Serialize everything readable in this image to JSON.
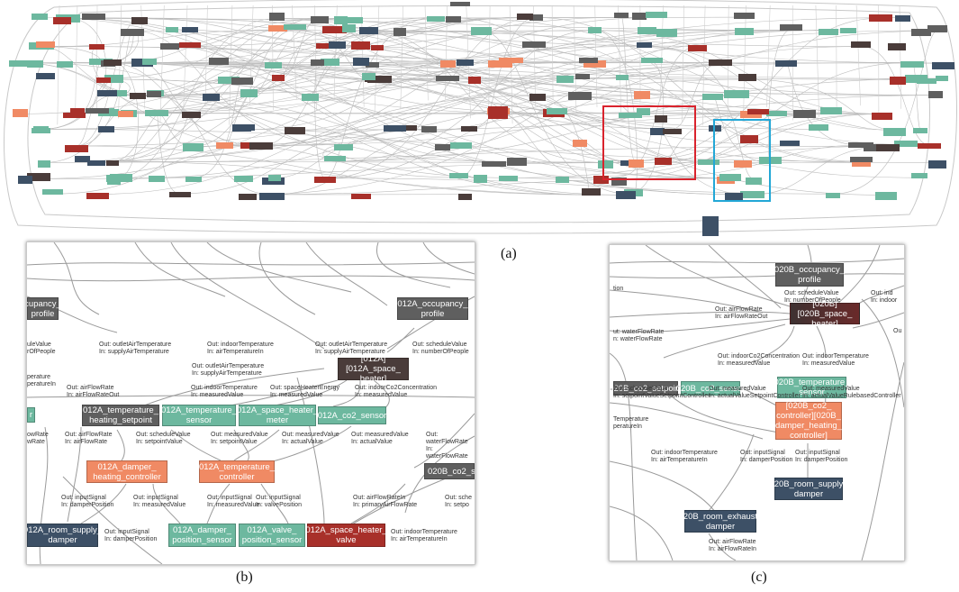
{
  "captions": {
    "a": "(a)",
    "b": "(b)",
    "c": "(c)"
  },
  "colors": {
    "gray": "#5f5f5f",
    "dark": "#4a3c3a",
    "maroon": "#6e2d2a",
    "red": "#a8302a",
    "orange": "#f08a64",
    "teal": "#6db89f",
    "navy": "#3d5066",
    "highlight_red": "#d9232d",
    "highlight_cyan": "#22a7d6"
  },
  "panel_b": {
    "nodes": [
      {
        "id": "b_occ_left",
        "label": "cupancy_\nprofile",
        "color": "gray"
      },
      {
        "id": "b_occ_right",
        "label": "012A_occupancy_\nprofile",
        "color": "gray"
      },
      {
        "id": "b_heater",
        "label": "[012A][012A_space_\nheater]",
        "color": "dark"
      },
      {
        "id": "b_setpoint",
        "label": "012A_temperature_\nheating_setpoint",
        "color": "gray"
      },
      {
        "id": "b_temp_sensor",
        "label": "012A_temperature_\nsensor",
        "color": "teal"
      },
      {
        "id": "b_meter",
        "label": "012A_space_heater_\nmeter",
        "color": "teal"
      },
      {
        "id": "b_co2",
        "label": "012A_co2_sensor",
        "color": "teal"
      },
      {
        "id": "b_clip_teal",
        "label": "r",
        "color": "teal"
      },
      {
        "id": "b_damper_ctrl",
        "label": "012A_damper_\nheating_controller",
        "color": "orange"
      },
      {
        "id": "b_temp_ctrl",
        "label": "012A_temperature_\ncontroller",
        "color": "orange"
      },
      {
        "id": "b_co2_clip",
        "label": "020B_co2_s",
        "color": "gray"
      },
      {
        "id": "b_supply",
        "label": "012A_room_supply_\ndamper",
        "color": "navy"
      },
      {
        "id": "b_damper_pos",
        "label": "012A_damper_\nposition_sensor",
        "color": "teal"
      },
      {
        "id": "b_valve_pos",
        "label": "012A_valve_\nposition_sensor",
        "color": "teal"
      },
      {
        "id": "b_valve",
        "label": "012A_space_heater_\nvalve",
        "color": "red"
      }
    ],
    "edge_labels": [
      {
        "id": "b_e1",
        "text": "Out: outletAirTemperature\nIn: supplyAirTemperature"
      },
      {
        "id": "b_e2",
        "text": "Out: indoorTemperature\nIn: airTemperatureIn"
      },
      {
        "id": "b_e3",
        "text": "Out: outletAirTemperature\nIn: supplyAirTemperature"
      },
      {
        "id": "b_e4",
        "text": "Out: outletAirTemperature\nIn: supplyAirTemperature"
      },
      {
        "id": "b_e5",
        "text": "Out: scheduleValue\nIn: numberOfPeople"
      },
      {
        "id": "b_e6",
        "text": "Out: airFlowRate\nIn: airFlowRateOut"
      },
      {
        "id": "b_e7",
        "text": "Out: indoorTemperature\nIn: measuredValue"
      },
      {
        "id": "b_e8",
        "text": "Out: spaceHeaterEnergy\nIn: measuredValue"
      },
      {
        "id": "b_e9",
        "text": "Out: indoorCo2Concentration\nIn: measuredValue"
      },
      {
        "id": "b_e10",
        "text": "Out: airFlowRate\nIn: airFlowRate"
      },
      {
        "id": "b_e11",
        "text": "Out: scheduleValue\nIn: setpointValue"
      },
      {
        "id": "b_e12",
        "text": "Out: measuredValue\nIn: setpointValue"
      },
      {
        "id": "b_e13",
        "text": "Out: measuredValue\nIn: actualValue"
      },
      {
        "id": "b_e14",
        "text": "Out: measuredValue\nIn: actualValue"
      },
      {
        "id": "b_e15",
        "text": "Out: waterFlowRate\nIn: waterFlowRate"
      },
      {
        "id": "b_e16",
        "text": "Out: inputSignal\nIn: damperPosition"
      },
      {
        "id": "b_e17",
        "text": "Out: inputSignal\nIn: measuredValue"
      },
      {
        "id": "b_e18",
        "text": "Out: inputSignal\nIn: measuredValue"
      },
      {
        "id": "b_e19",
        "text": "Out: inputSignal\nIn: valvePosition"
      },
      {
        "id": "b_e20",
        "text": "Out: airFlowRateIn\nIn: primaryAirFlowRate"
      },
      {
        "id": "b_e21",
        "text": "Out: sche\nIn: setpo"
      },
      {
        "id": "b_e22",
        "text": "Out: inputSignal\nIn: damperPosition"
      },
      {
        "id": "b_e23",
        "text": "Out: indoorTemperature\nIn: airTemperatureIn"
      }
    ],
    "clipped_left": [
      {
        "id": "b_c1",
        "text": "uleValue"
      },
      {
        "id": "b_c2",
        "text": "rOfPeople"
      },
      {
        "id": "b_c3",
        "text": "perature"
      },
      {
        "id": "b_c4",
        "text": "peratureIn"
      },
      {
        "id": "b_c5",
        "text": "owRate"
      },
      {
        "id": "b_c6",
        "text": "wRate"
      }
    ]
  },
  "panel_c": {
    "nodes": [
      {
        "id": "c_occ",
        "label": "020B_occupancy_\nprofile",
        "color": "gray"
      },
      {
        "id": "c_heater",
        "label": "[020B][020B_space_\nheater]",
        "color": "dark"
      },
      {
        "id": "c_setpoint",
        "label": "020B_co2_setpoint",
        "color": "gray"
      },
      {
        "id": "c_co2",
        "label": "020B_co2_sensor",
        "color": "teal"
      },
      {
        "id": "c_temp_sensor",
        "label": "020B_temperature_\nsensor",
        "color": "teal"
      },
      {
        "id": "c_controller",
        "label": "[020B_co2_\ncontroller][020B_\ndamper_heating_\ncontroller]",
        "color": "orange"
      },
      {
        "id": "c_supply",
        "label": "020B_room_supply_\ndamper",
        "color": "navy"
      },
      {
        "id": "c_exhaust",
        "label": "020B_room_exhaust_\ndamper",
        "color": "navy"
      }
    ],
    "edge_labels": [
      {
        "id": "c_e1",
        "text": "Out: scheduleValue\nIn: numberOfPeople"
      },
      {
        "id": "c_e2",
        "text": "Out: ind\nIn: indoor"
      },
      {
        "id": "c_e3",
        "text": "Out: airFlowRate\nIn: airFlowRateOut"
      },
      {
        "id": "c_e4",
        "text": "ut: waterFlowRate\nn: waterFlowRate"
      },
      {
        "id": "c_e5",
        "text": "Out: indoorCo2Concentration\nIn: measuredValue"
      },
      {
        "id": "c_e6",
        "text": "Out: indoorTemperature\nIn: measuredValue"
      },
      {
        "id": "c_e7",
        "text": "Out: scheduleValue\nIn: setpointValueSetpointController"
      },
      {
        "id": "c_e8",
        "text": "Out: measuredValue\nIn: actualValueSetpointController"
      },
      {
        "id": "c_e9",
        "text": "Out: measuredValue\nIn: actualValueRulebasedController"
      },
      {
        "id": "c_e10",
        "text": "Out: indoorTemperature\nIn: airTemperatureIn"
      },
      {
        "id": "c_e11",
        "text": "Out: inputSignal\nIn: damperPosition"
      },
      {
        "id": "c_e12",
        "text": "Out: inputSignal\nIn: damperPosition"
      },
      {
        "id": "c_e13",
        "text": "Out: airFlowRate\nIn: airFlowRateIn"
      }
    ],
    "clipped": [
      {
        "id": "c_c1",
        "text": "tion"
      },
      {
        "id": "c_c2",
        "text": "Temperature\nperatureIn"
      },
      {
        "id": "c_c3",
        "text": "Ou"
      }
    ]
  }
}
